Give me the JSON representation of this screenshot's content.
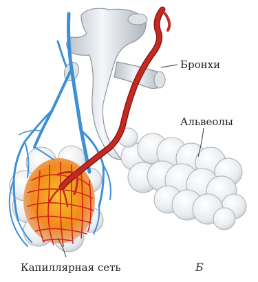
{
  "labels": {
    "bronchi": "Бронхи",
    "alveoli": "Альвеолы",
    "capillary_net": "Капиллярная сеть",
    "panel": "Б"
  },
  "colors": {
    "vein": "#3d8fd6",
    "artery": "#c42a24",
    "capillary": "#e8441e",
    "bronchus": "#e4e8ec",
    "alveolus": "#eef0f2"
  }
}
